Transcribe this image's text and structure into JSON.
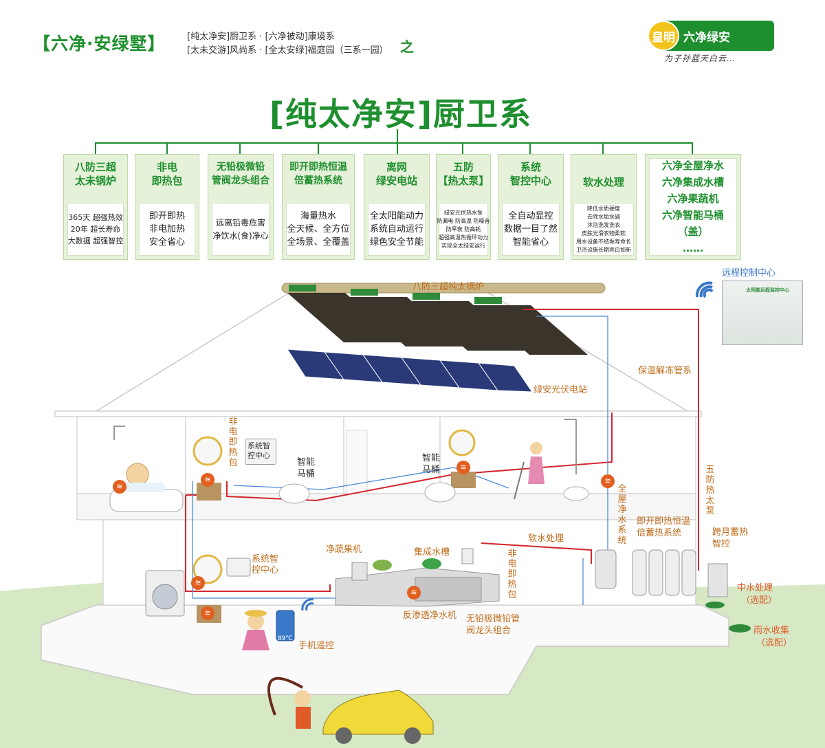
{
  "header": {
    "title": "【六净·安绿墅】",
    "series_line1": "[纯太净安]厨卫系 · [六净被动]康境系",
    "series_line2": "[太未交游]风尚系 · [全太安绿]福庭园（三系一园）",
    "suffix": "之"
  },
  "logo": {
    "brand": "皇明",
    "name": "六净绿安",
    "slogan": "为子孙蓝天白云…"
  },
  "main_title": "[纯太净安]厨卫系",
  "features": [
    {
      "title_lines": [
        "八防三超",
        "太未锅炉"
      ],
      "body_lines": [
        "365天 超强热效",
        "20年 超长寿命",
        "大数据 超强智控"
      ],
      "small": false
    },
    {
      "title_lines": [
        "非电",
        "即热包"
      ],
      "body_lines": [
        "即开即热",
        "非电加热",
        "安全省心"
      ],
      "small": false
    },
    {
      "title_lines": [
        "无铅极微铅",
        "管阀龙头组合"
      ],
      "body_lines": [
        "远离铅毒危害",
        "净饮水(食)净心"
      ],
      "small": false
    },
    {
      "title_lines": [
        "即开即热恒温",
        "倍蓄热系统"
      ],
      "body_lines": [
        "海量热水",
        "全天候、全方位",
        "全场景、全覆盖"
      ],
      "small": false
    },
    {
      "title_lines": [
        "离网",
        "绿安电站"
      ],
      "body_lines": [
        "全太阳能动力",
        "系统自动运行",
        "绿色安全节能"
      ],
      "small": false
    },
    {
      "title_lines": [
        "五防",
        "【热太泵】"
      ],
      "body_lines": [
        "绿安光伏热水泵",
        "防漏电 防高温 防噪音",
        "防旱衰 防高耗",
        "超强高温热循环动力",
        "实现全太绿安运行"
      ],
      "small": true
    },
    {
      "title_lines": [
        "系统",
        "智控中心"
      ],
      "body_lines": [
        "全自动显控",
        "数据一目了然",
        "智能省心"
      ],
      "small": false
    },
    {
      "title_lines": [
        "软水处理"
      ],
      "body_lines": [
        "降低水质硬度",
        "去除水垢水碱",
        "沐浴洗发洗衣",
        "皮肤光滑衣物柔软",
        "用水设备不结垢寿命长",
        "卫浴设施长期亮白如新"
      ],
      "small": true
    }
  ],
  "feature_wide": [
    "六净全屋净水",
    "六净集成水槽",
    "六净果蔬机",
    "六净智能马桶（盖）",
    "……"
  ],
  "diagram": {
    "boiler": "八防三超纯太锅炉",
    "pv": "绿安光伏电站",
    "remote_center": "远程控制中心",
    "remote_screen": "太阳能远程监控中心",
    "pipe": "保温解冻管系",
    "heat_pump": "五防热太泵",
    "nonelec_top": "非电即热包",
    "ctrl_top": "系统智控中心",
    "toilet1": "智能马桶",
    "toilet2": "智能马桶",
    "whole_house": "全屋净水系统",
    "storage": "即开即热恒温倍蓄热系统",
    "soft_water": "软水处理",
    "smart_ctrl": "跨月蓄热智控",
    "fruit": "净蔬果机",
    "sink": "集成水槽",
    "nonelec_bottom": "非电即热包",
    "ctrl_bottom": "系统智控中心",
    "ro": "反渗透净水机",
    "faucet": "无铅极微铅管阀龙头组合",
    "phone": "手机遥控",
    "phone_temp": "89℃",
    "grey_water": "中水处理",
    "grey_opt": "（选配）",
    "rain": "雨水收集",
    "rain_opt": "（选配）"
  },
  "colors": {
    "brand_green": "#1e8f2e",
    "card_bg": "#e6f1d9",
    "hot_pipe": "#d3262d",
    "cold_pipe": "#4a8ad8",
    "label_orange": "#c06b1a",
    "lawn": "#d6e8c4"
  }
}
